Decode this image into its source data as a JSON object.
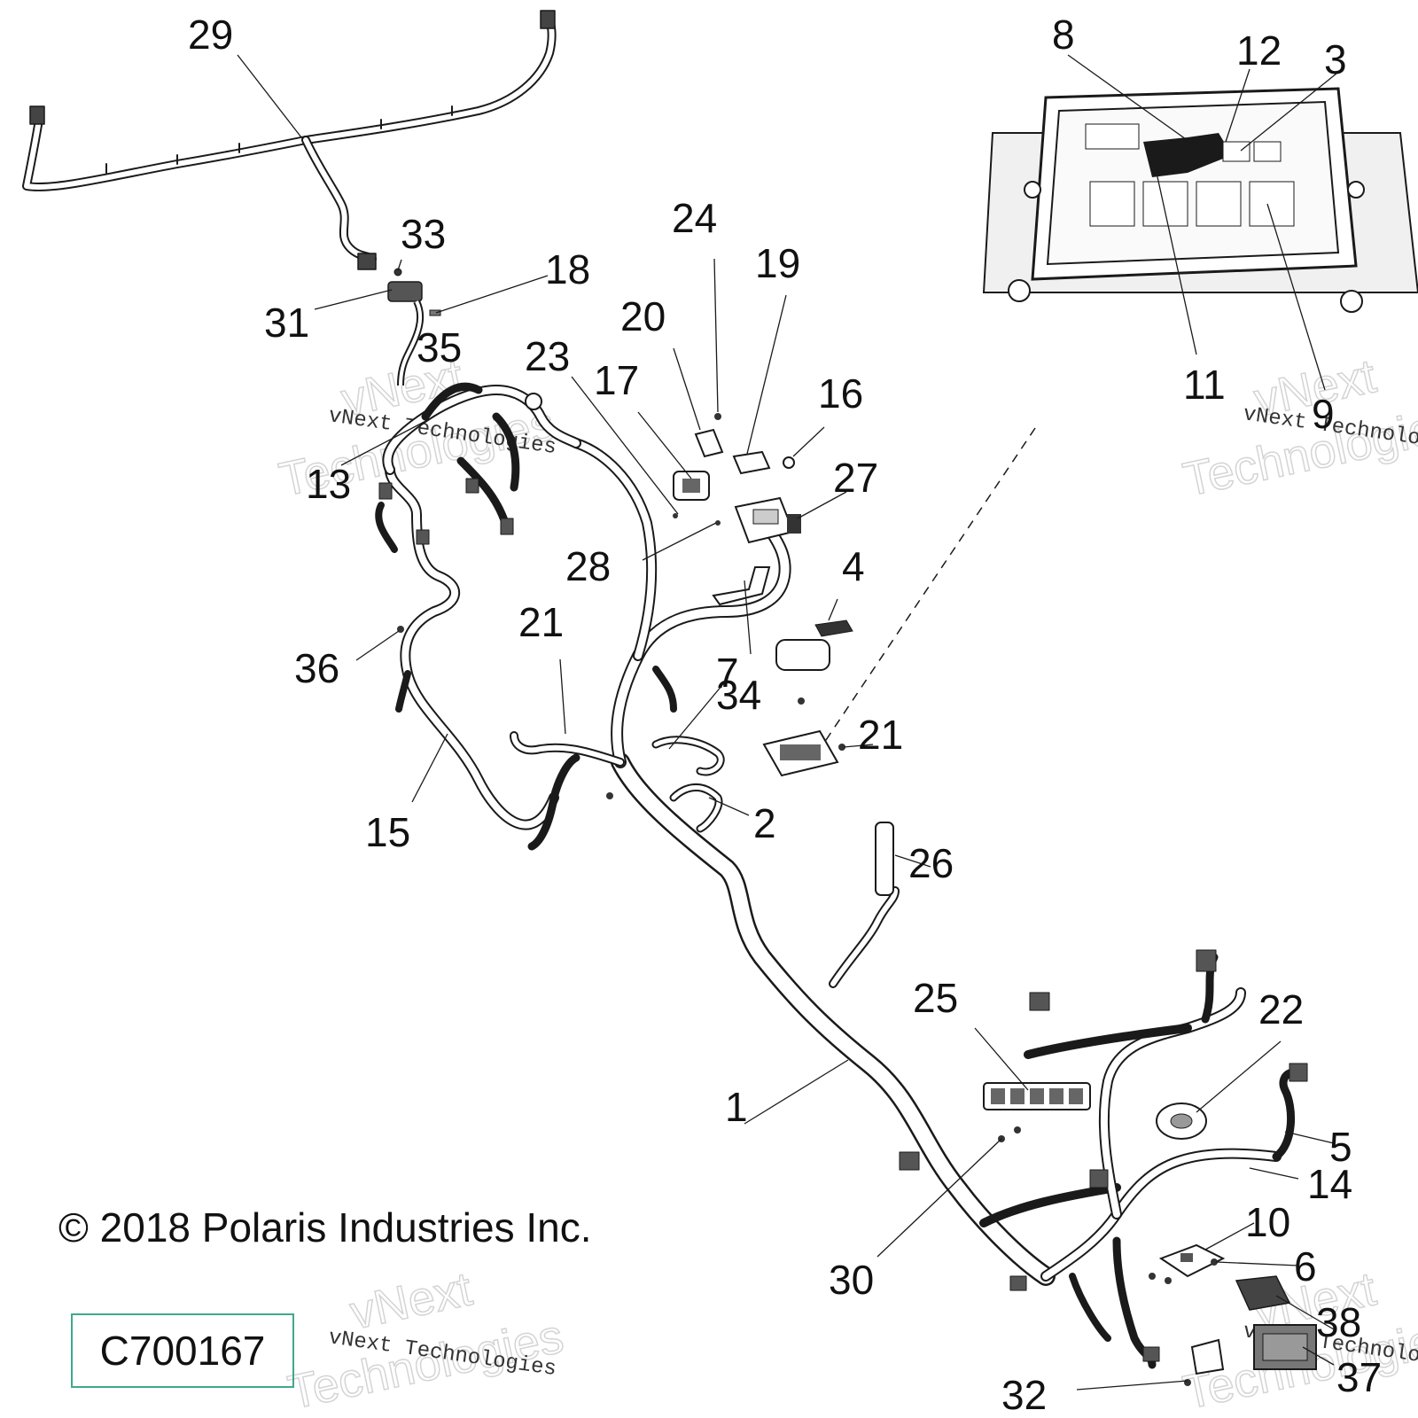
{
  "diagram": {
    "callouts": [
      "1",
      "2",
      "3",
      "4",
      "5",
      "6",
      "7",
      "8",
      "9",
      "10",
      "11",
      "12",
      "13",
      "14",
      "15",
      "16",
      "17",
      "18",
      "19",
      "20",
      "21",
      "21",
      "22",
      "23",
      "24",
      "25",
      "26",
      "27",
      "28",
      "29",
      "30",
      "31",
      "32",
      "33",
      "34",
      "35",
      "36",
      "37",
      "38"
    ],
    "watermark_small": "vNext Technologies",
    "watermark_big_1": "vNext",
    "watermark_big_2": "Technologies"
  },
  "footer": {
    "copyright": "© 2018 Polaris Industries Inc.",
    "figure_id": "C700167"
  },
  "colors": {
    "line": "#1a1a1a",
    "frame": "#3fa88a",
    "watermark": "#d4d4d4"
  }
}
